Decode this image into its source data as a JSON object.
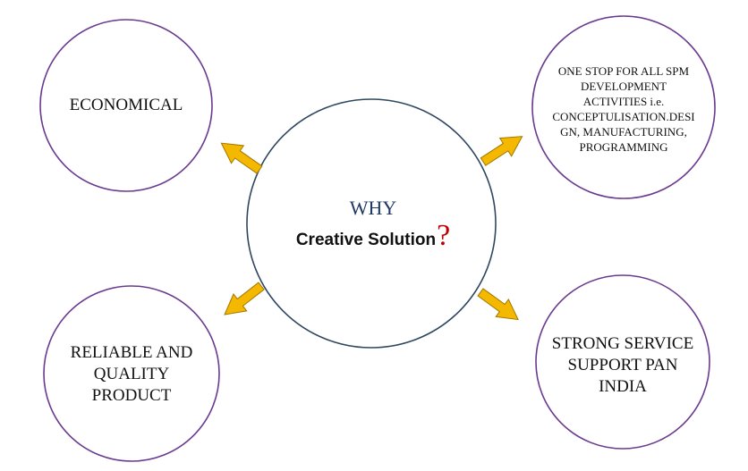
{
  "center": {
    "title": "WHY",
    "subtitle": "Creative Solution",
    "mark": "?"
  },
  "nodes": {
    "economical": {
      "lines": [
        "ECONOMICAL"
      ]
    },
    "one_stop": {
      "lines": [
        "ONE STOP FOR ALL SPM",
        "DEVELOPMENT",
        "ACTIVITIES i.e.",
        "CONCEPTULISATION.DESI",
        "GN, MANUFACTURING,",
        "PROGRAMMING"
      ]
    },
    "reliable": {
      "lines": [
        "RELIABLE AND",
        "QUALITY",
        "PRODUCT"
      ]
    },
    "service": {
      "lines": [
        "STRONG SERVICE",
        "SUPPORT PAN",
        "INDIA"
      ]
    }
  },
  "colors": {
    "center_circle": "#2e4660",
    "outer_circles": "#6a3a8f",
    "arrows": "#f5b800",
    "arrow_outline": "#a07800",
    "why_text": "#1f3864",
    "question_mark": "#c00000"
  }
}
